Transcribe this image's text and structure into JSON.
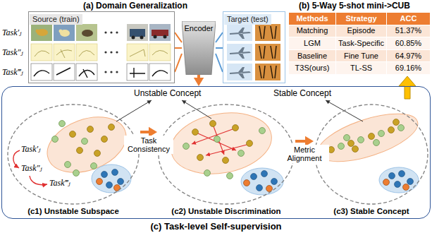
{
  "diagram": {
    "nodes": [
      {
        "text": [
          "Source (train)"
        ]
      },
      {
        "text": [
          "Encoder"
        ]
      },
      {
        "text": [
          "Target (test)"
        ]
      },
      {
        "text": [
          "(c) Task-level Self-supervision"
        ]
      },
      {
        "text": [
          "(c1) Unstable Subspace"
        ],
        "in": 3
      },
      {
        "text": [
          "(c2) Unstable Discrimination"
        ],
        "in": 3
      },
      {
        "text": [
          "(c3) Stable Concept"
        ],
        "in": 3
      }
    ],
    "edges": [
      {
        "from": 0,
        "to": 1,
        "arrow": "none"
      },
      {
        "from": 2,
        "to": 1,
        "arrow": "none"
      },
      {
        "from": 1,
        "to": 3,
        "arrow": "to"
      },
      {
        "from": 4,
        "to": 5,
        "label": "Task Consistency",
        "arrow": "to"
      },
      {
        "from": 5,
        "to": 6,
        "label": "Metric Alignment",
        "arrow": "to"
      }
    ],
    "labels": [
      "(a) Domain Generalization",
      "(b) 5-Way 5-shot mini->CUB",
      "Task′ⱼ",
      "Task″ⱼ",
      "Task‴ⱼ",
      "Methods",
      "Strategy",
      "ACC",
      "Matching",
      "Episode",
      "51.37%",
      "LGM",
      "Task-Specific",
      "60.85%",
      "Baseline",
      "Fine Tune",
      "64.97%",
      "T3S(ours)",
      "TL-SS",
      "69.16%",
      "Unstable Concept",
      "Stable Concept",
      "Task′ⱼ",
      "Task″ⱼ",
      "Task‴ⱼ"
    ]
  }
}
